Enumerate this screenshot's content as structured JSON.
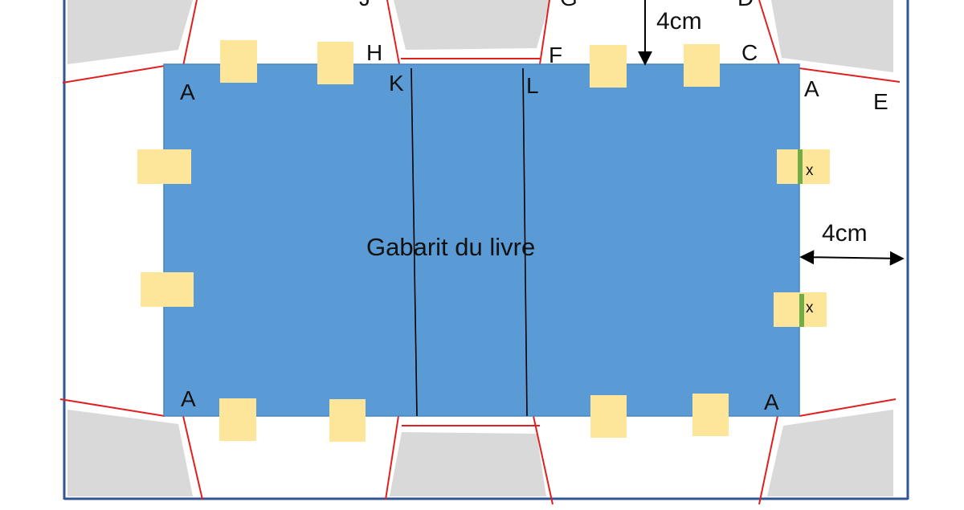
{
  "colors": {
    "board": "#5b9bd5",
    "board_edge": "#4a86bf",
    "tab": "#fde59a",
    "corner_piece": "#d9d9d9",
    "cut_line": "#e02020",
    "frame": "#2f5597",
    "fold_line": "#000000",
    "marker": "#70ad47"
  },
  "diagram": {
    "title": "Gabarit du livre",
    "corner_labels": [
      "A",
      "A",
      "A",
      "A"
    ],
    "points": {
      "c": "C",
      "d": "D",
      "e": "E",
      "f": "F",
      "g": "G",
      "h": "H",
      "j": "J",
      "k": "K",
      "l": "L"
    },
    "dimensions": {
      "top": "4cm",
      "right": "4cm"
    },
    "x_marks": [
      "x",
      "x"
    ]
  }
}
